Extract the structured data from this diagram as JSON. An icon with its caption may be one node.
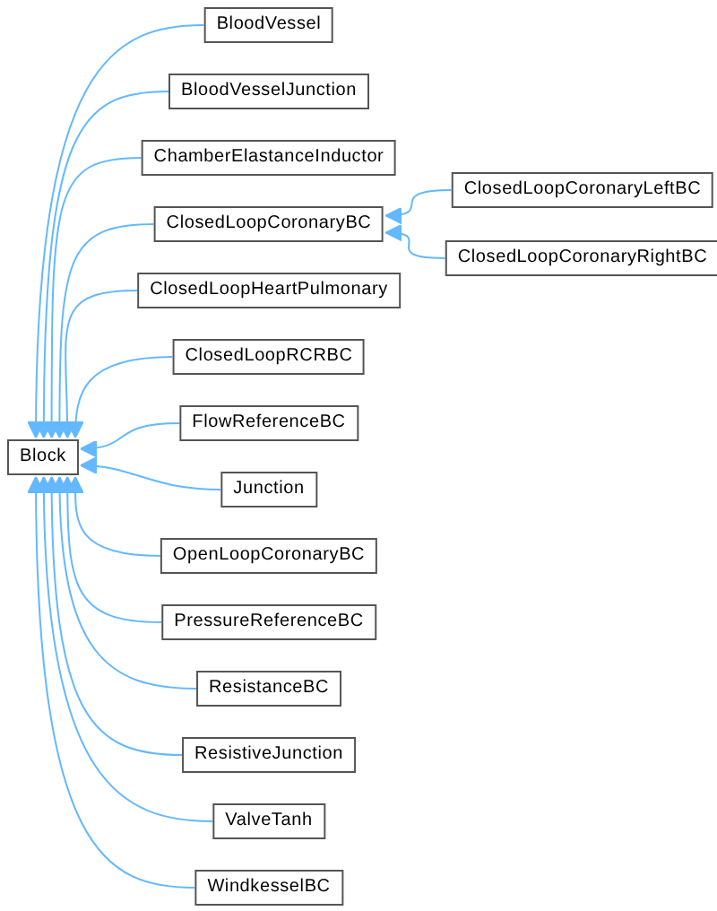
{
  "diagram": {
    "nodes": [
      {
        "text": [
          "Block"
        ]
      },
      {
        "text": [
          "BloodVessel"
        ]
      },
      {
        "text": [
          "BloodVesselJunction"
        ]
      },
      {
        "text": [
          "ChamberElastanceInductor"
        ]
      },
      {
        "text": [
          "ClosedLoopCoronaryBC"
        ]
      },
      {
        "text": [
          "ClosedLoopHeartPulmonary"
        ]
      },
      {
        "text": [
          "ClosedLoopRCRBC"
        ]
      },
      {
        "text": [
          "FlowReferenceBC"
        ]
      },
      {
        "text": [
          "Junction"
        ]
      },
      {
        "text": [
          "OpenLoopCoronaryBC"
        ]
      },
      {
        "text": [
          "PressureReferenceBC"
        ]
      },
      {
        "text": [
          "ResistanceBC"
        ]
      },
      {
        "text": [
          "ResistiveJunction"
        ]
      },
      {
        "text": [
          "ValveTanh"
        ]
      },
      {
        "text": [
          "WindkesselBC"
        ]
      },
      {
        "text": [
          "ClosedLoopCoronaryLeftBC"
        ]
      },
      {
        "text": [
          "ClosedLoopCoronaryRightBC"
        ]
      }
    ],
    "edges": [
      {
        "from": 1,
        "to": 0,
        "arrow": "to"
      },
      {
        "from": 2,
        "to": 0,
        "arrow": "to"
      },
      {
        "from": 3,
        "to": 0,
        "arrow": "to"
      },
      {
        "from": 4,
        "to": 0,
        "arrow": "to"
      },
      {
        "from": 5,
        "to": 0,
        "arrow": "to"
      },
      {
        "from": 6,
        "to": 0,
        "arrow": "to"
      },
      {
        "from": 7,
        "to": 0,
        "arrow": "to"
      },
      {
        "from": 8,
        "to": 0,
        "arrow": "to"
      },
      {
        "from": 9,
        "to": 0,
        "arrow": "to"
      },
      {
        "from": 10,
        "to": 0,
        "arrow": "to"
      },
      {
        "from": 11,
        "to": 0,
        "arrow": "to"
      },
      {
        "from": 12,
        "to": 0,
        "arrow": "to"
      },
      {
        "from": 13,
        "to": 0,
        "arrow": "to"
      },
      {
        "from": 14,
        "to": 0,
        "arrow": "to"
      },
      {
        "from": 15,
        "to": 4,
        "arrow": "to"
      },
      {
        "from": 16,
        "to": 4,
        "arrow": "to"
      }
    ]
  }
}
